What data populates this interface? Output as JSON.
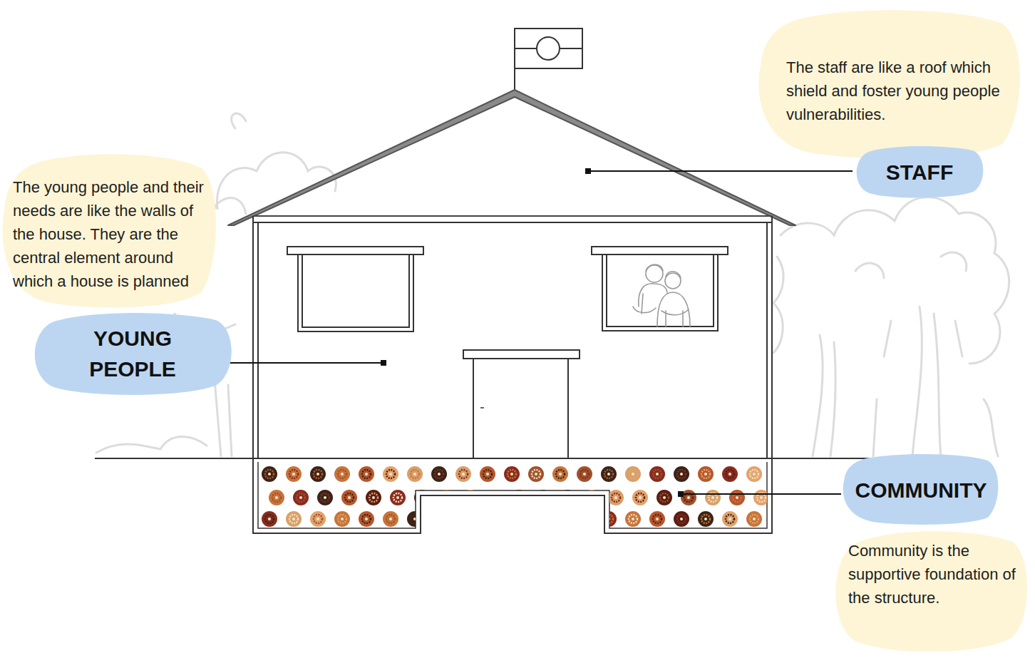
{
  "diagram": {
    "nodes": [
      {
        "text": [
          "The staff are like a roof which shield and foster young people vulnerabilities."
        ]
      },
      {
        "text": [
          "STAFF"
        ]
      },
      {
        "text": [
          "The young people and their needs are like the walls of the house. They are the central element around which a house is planned"
        ]
      },
      {
        "text": [
          "YOUNG PEOPLE"
        ]
      },
      {
        "text": [
          "COMMUNITY"
        ]
      },
      {
        "text": [
          "Community is the supportive foundation of the structure."
        ]
      }
    ]
  }
}
